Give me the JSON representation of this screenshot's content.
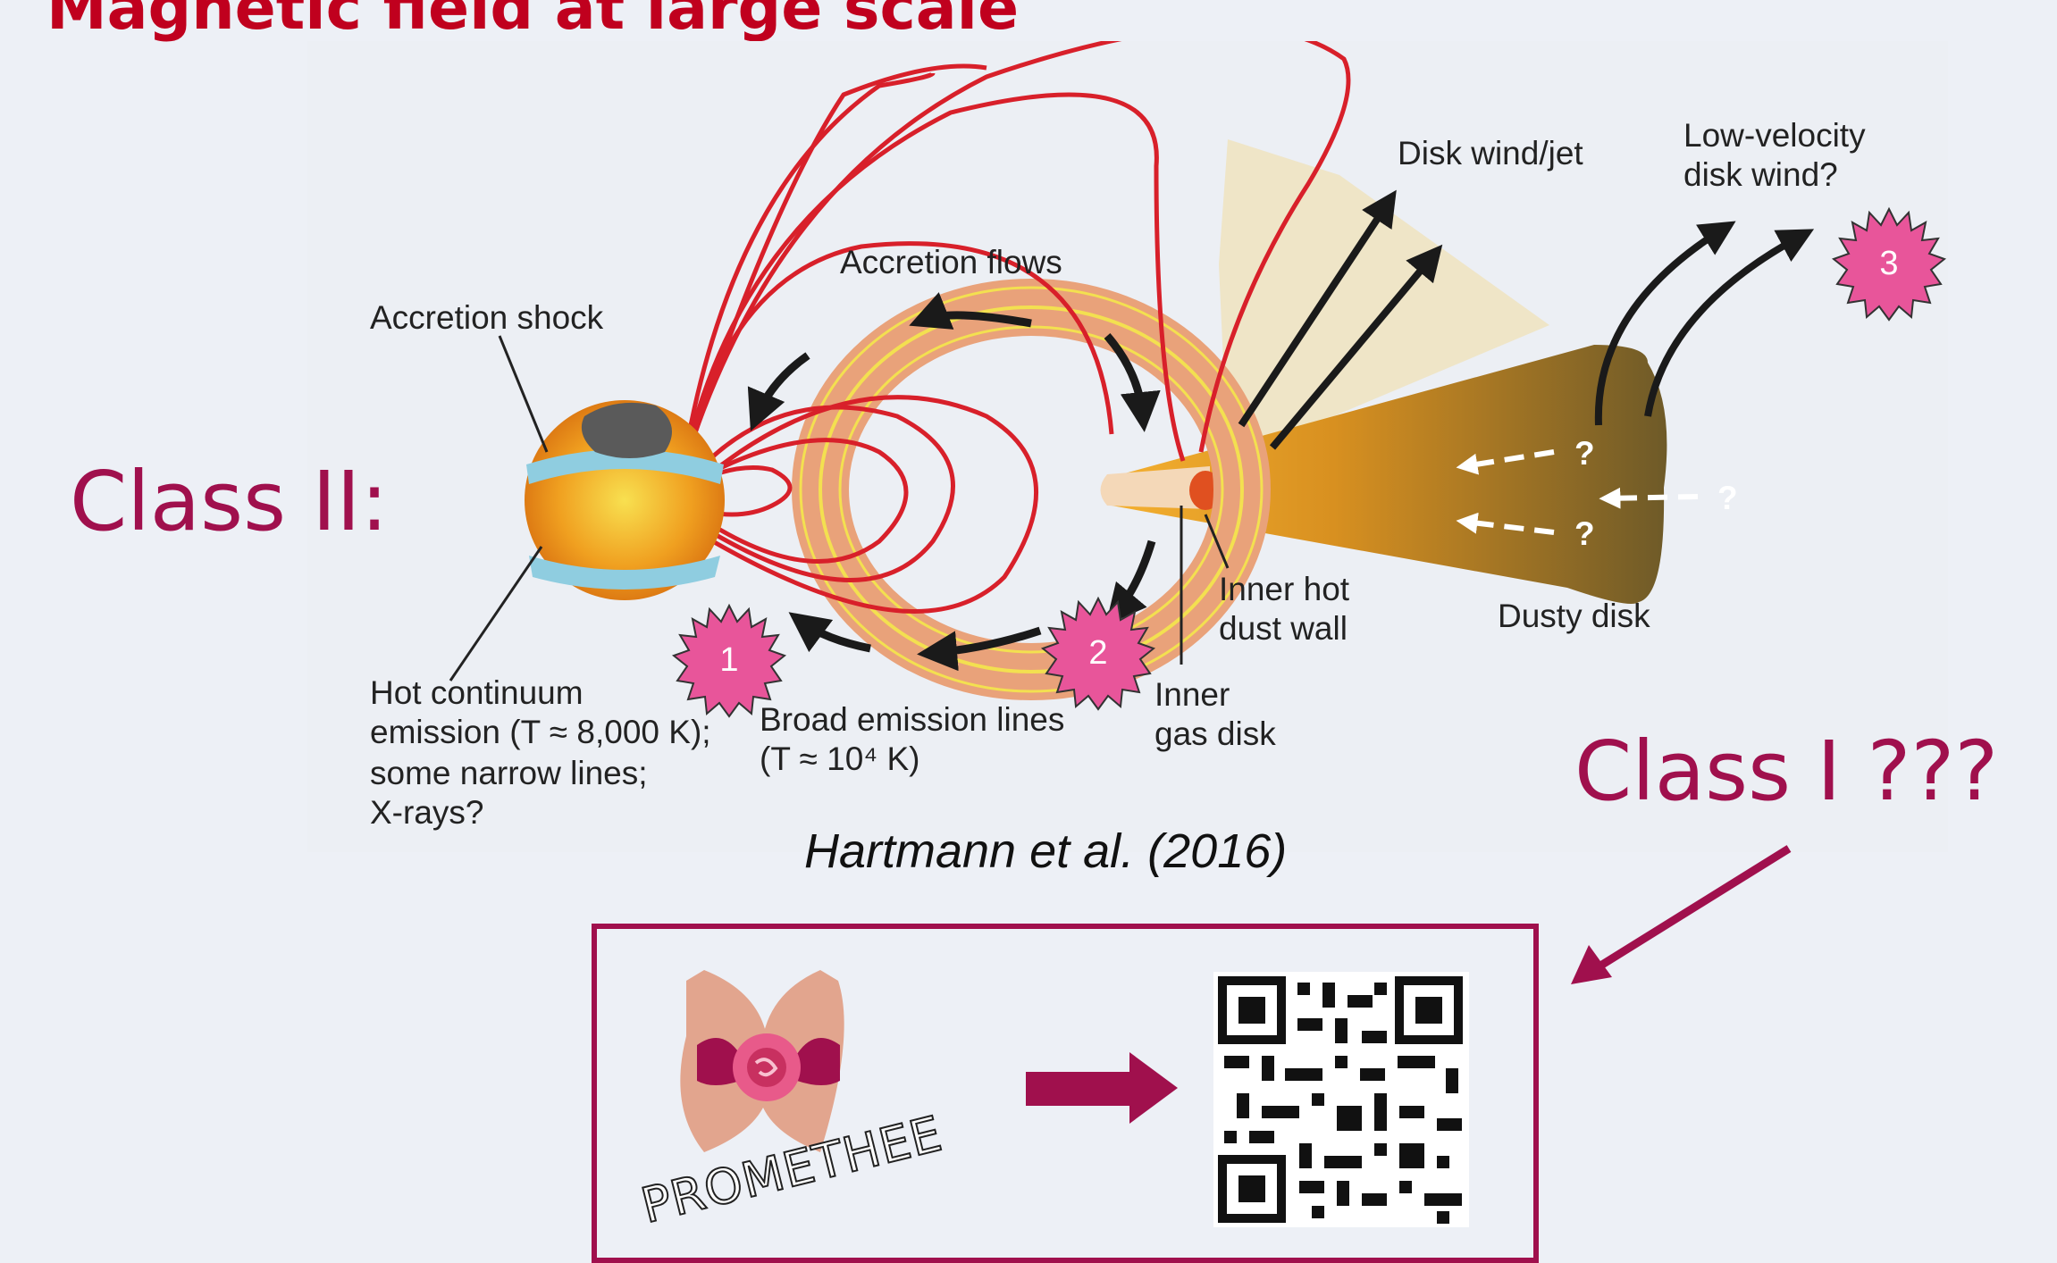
{
  "slide": {
    "title": "Magnetic field at large scale",
    "class_ii_label": "Class II:",
    "class_i_label": "Class I ???",
    "citation": "Hartmann et al. (2016)"
  },
  "figure": {
    "labels": {
      "accretion_shock": "Accretion shock",
      "accretion_flows": "Accretion flows",
      "disk_wind_jet": "Disk wind/jet",
      "low_velocity_wind_line1": "Low-velocity",
      "low_velocity_wind_line2": "disk wind?",
      "hot_continuum_line1": "Hot continuum",
      "hot_continuum_line2": "emission (T ≈ 8,000 K);",
      "hot_continuum_line3": "some narrow lines;",
      "hot_continuum_line4": "X-rays?",
      "broad_lines_line1": "Broad emission lines",
      "broad_lines_line2": "(T ≈ 10⁴ K)",
      "inner_gas_disk_line1": "Inner",
      "inner_gas_disk_line2": "gas disk",
      "inner_hot_wall_line1": "Inner hot",
      "inner_hot_wall_line2": "dust wall",
      "dusty_disk": "Dusty disk",
      "question_mark": "?"
    },
    "badges": [
      "1",
      "2",
      "3"
    ],
    "colors": {
      "field_lines": "#d8202a",
      "star": "#f0a020",
      "shock_band": "#8fcde0",
      "accretion_flow": "#e9a27a",
      "accent": "#a0104d",
      "badge": "#e8559a"
    }
  },
  "promo": {
    "logo_text": "PROMETHEE",
    "arrow_icon": "right-arrow-icon",
    "qr_icon": "qr-code-icon"
  }
}
